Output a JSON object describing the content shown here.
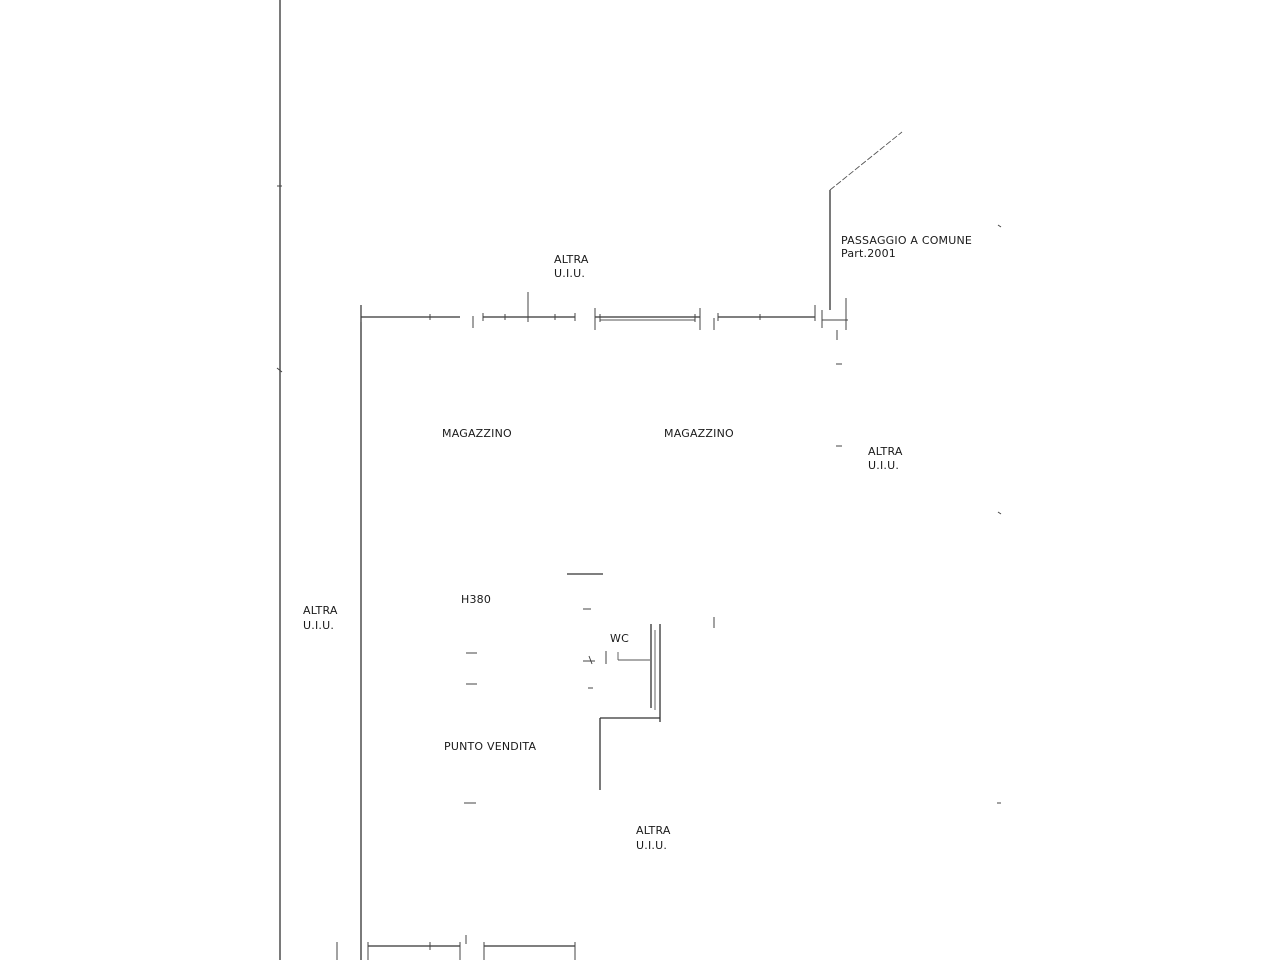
{
  "labels": {
    "altra_top_1": "ALTRA",
    "altra_top_2": "U.I.U.",
    "passaggio_1": "PASSAGGIO A COMUNE",
    "passaggio_2": "Part.2001",
    "magazzino_left": "MAGAZZINO",
    "magazzino_right": "MAGAZZINO",
    "altra_right_1": "ALTRA",
    "altra_right_2": "U.I.U.",
    "altra_left_1": "ALTRA",
    "altra_left_2": "U.I.U.",
    "height": "H380",
    "wc": "WC",
    "punto_vendita": "PUNTO VENDITA",
    "altra_bottom_1": "ALTRA",
    "altra_bottom_2": "U.I.U."
  },
  "colors": {
    "line": "#333333",
    "text": "#1a1a1a",
    "background": "#ffffff"
  }
}
